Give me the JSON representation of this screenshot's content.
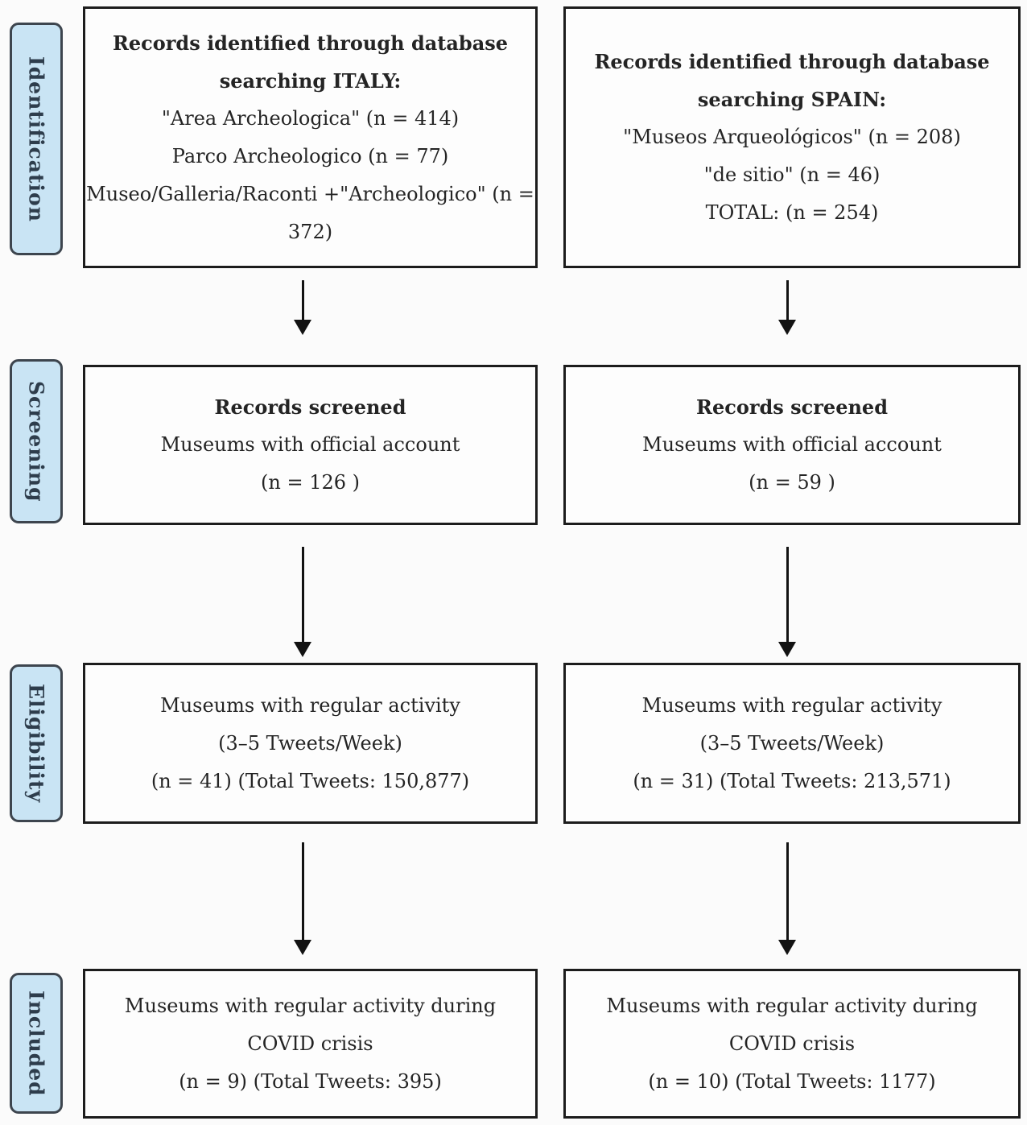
{
  "figure": {
    "type": "prisma-flow-diagram",
    "columns": [
      "ITALY",
      "SPAIN"
    ]
  },
  "colors": {
    "stage_label_fill": "#c9e4f4",
    "stage_label_border": "#3d454e",
    "stage_label_text": "#2e3d4c",
    "box_border": "#1c1c1c",
    "box_text": "#242424",
    "arrow": "#121212",
    "background": "#fbfbfb"
  },
  "stages": [
    {
      "label": "Identification"
    },
    {
      "label": "Screening"
    },
    {
      "label": "Eligibility"
    },
    {
      "label": "Included"
    }
  ],
  "boxes": {
    "italy_identification": {
      "lines": [
        "Records identified through database",
        "searching ITALY:",
        "\"Area Archeologica\" (n = 414)",
        "Parco Archeologico (n = 77)",
        "Museo/Galleria/Raconti +\"Archeologico\" (n =",
        "372)"
      ]
    },
    "spain_identification": {
      "lines": [
        "Records identified through database",
        "searching SPAIN:",
        "\"Museos Arqueológicos\" (n = 208)",
        "\"de sitio\" (n = 46)",
        "TOTAL: (n = 254)"
      ]
    },
    "italy_screening": {
      "lines": [
        "Records screened",
        "Museums with official account",
        "(n = 126 )"
      ]
    },
    "spain_screening": {
      "lines": [
        "Records screened",
        "Museums with official account",
        "(n = 59 )"
      ]
    },
    "italy_eligibility": {
      "lines": [
        "Museums with regular activity",
        "(3–5 Tweets/Week)",
        "(n = 41) (Total Tweets: 150,877)"
      ]
    },
    "spain_eligibility": {
      "lines": [
        "Museums with regular activity",
        "(3–5 Tweets/Week)",
        "(n = 31) (Total Tweets: 213,571)"
      ]
    },
    "italy_included": {
      "lines": [
        "Museums with regular activity during",
        "COVID crisis",
        "(n = 9) (Total Tweets: 395)"
      ]
    },
    "spain_included": {
      "lines": [
        "Museums with regular activity during",
        "COVID crisis",
        "(n = 10) (Total Tweets: 1177)"
      ]
    }
  }
}
